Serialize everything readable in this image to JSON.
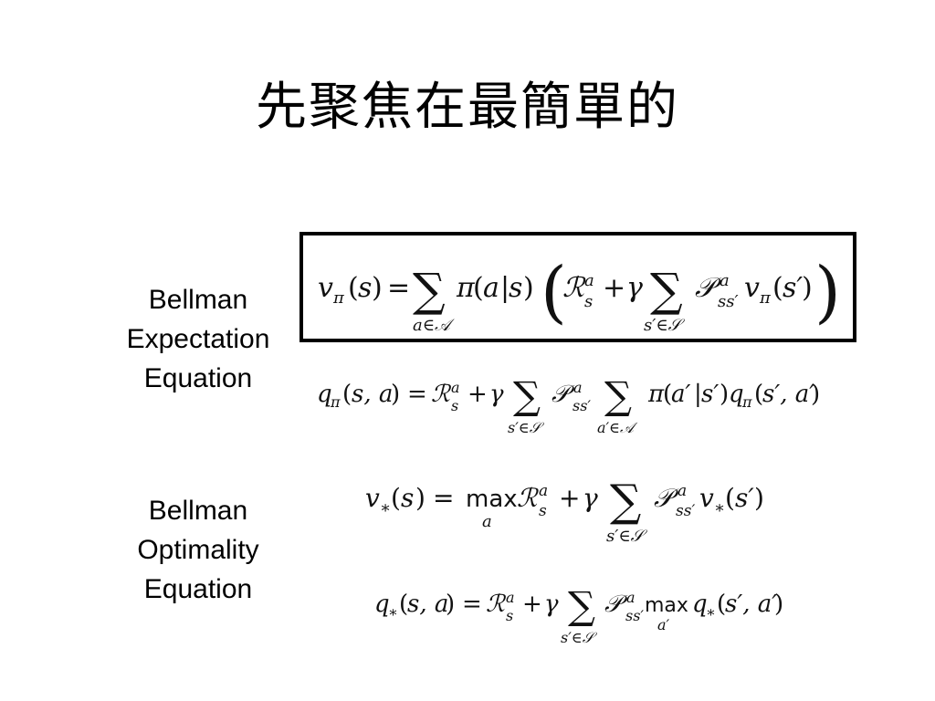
{
  "slide": {
    "title": "先聚焦在最簡單的",
    "groups": [
      {
        "label_lines": [
          "Bellman",
          "Expectation",
          "Equation"
        ]
      },
      {
        "label_lines": [
          "Bellman",
          "Optimality",
          "Equation"
        ]
      }
    ],
    "equations": [
      "vπ(s) = Σ_{a∈A} π(a|s) ( R^a_s + γ Σ_{s'∈S} P^a_{ss'} vπ(s') )",
      "qπ(s, a) = R^a_s + γ Σ_{s'∈S} P^a_{ss'} Σ_{a'∈A} π(a'|s') qπ(s', a')",
      "v*(s) = max_a R^a_s + γ Σ_{s'∈S} P^a_{ss'} v*(s')",
      "q*(s, a) = R^a_s + γ Σ_{s'∈S} P^a_{ss'} max_{a'} q*(s', a')"
    ]
  }
}
